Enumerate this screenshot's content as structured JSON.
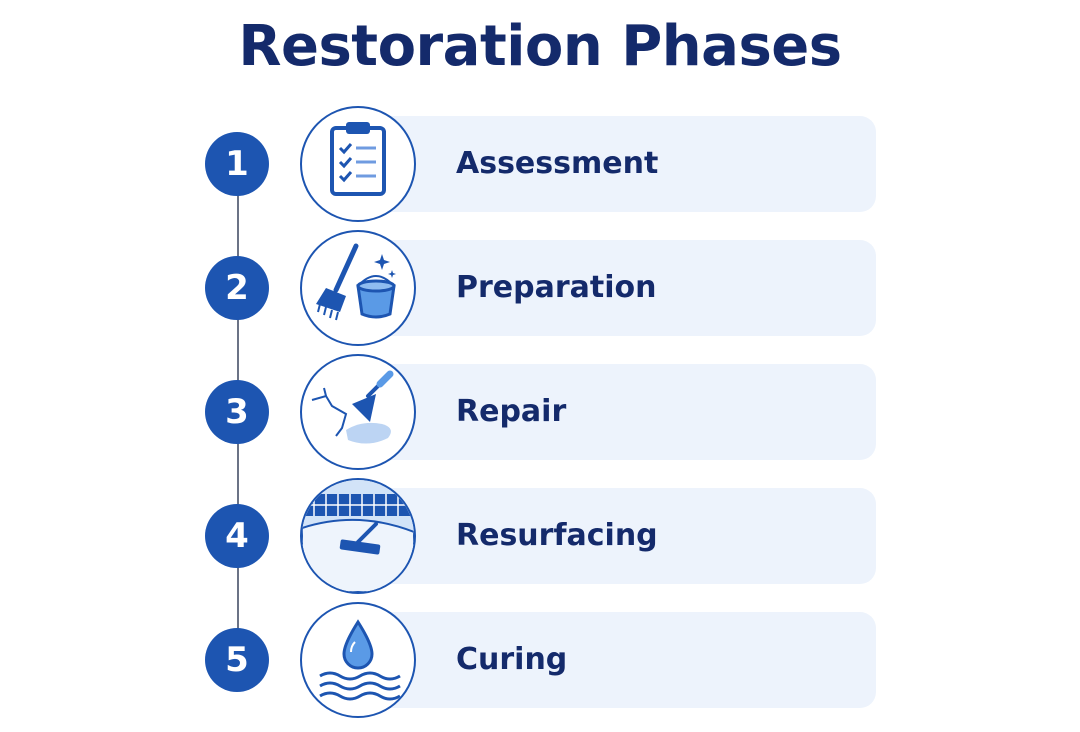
{
  "title": "Restoration Phases",
  "phases": [
    {
      "number": "1",
      "label": "Assessment",
      "icon": "clipboard-checklist-icon"
    },
    {
      "number": "2",
      "label": "Preparation",
      "icon": "broom-bucket-icon"
    },
    {
      "number": "3",
      "label": "Repair",
      "icon": "trowel-crack-icon"
    },
    {
      "number": "4",
      "label": "Resurfacing",
      "icon": "pool-tile-squeegee-icon"
    },
    {
      "number": "5",
      "label": "Curing",
      "icon": "water-drop-waves-icon"
    }
  ],
  "colors": {
    "title": "#142a6b",
    "number_badge": "#1d55b1",
    "card_background": "#edf3fc",
    "icon_stroke": "#1d55b1"
  }
}
